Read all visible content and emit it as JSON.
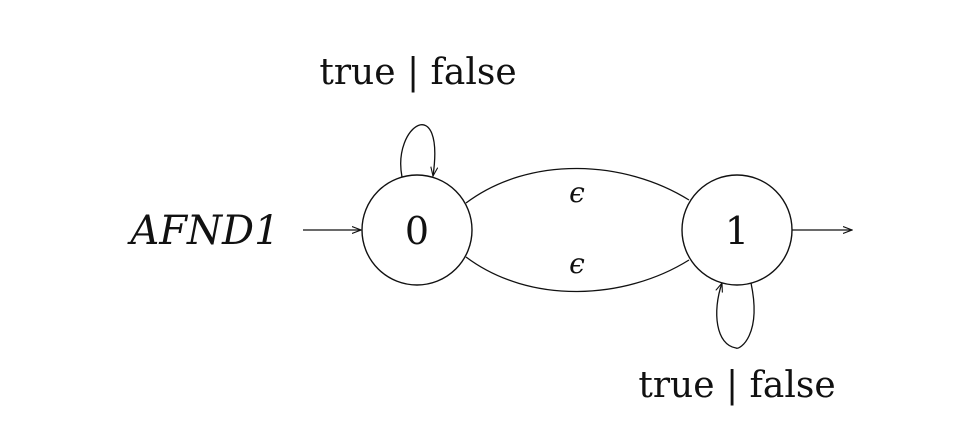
{
  "automaton": {
    "name": "AFND1",
    "states": [
      {
        "id": "0",
        "label": "0"
      },
      {
        "id": "1",
        "label": "1"
      }
    ],
    "initial_state": "0",
    "final_state": "1",
    "transitions": [
      {
        "from": "0",
        "to": "0",
        "label": "true | false"
      },
      {
        "from": "0",
        "to": "1",
        "label": "ϵ"
      },
      {
        "from": "1",
        "to": "0",
        "label": "ϵ"
      },
      {
        "from": "1",
        "to": "1",
        "label": "true | false"
      }
    ]
  }
}
